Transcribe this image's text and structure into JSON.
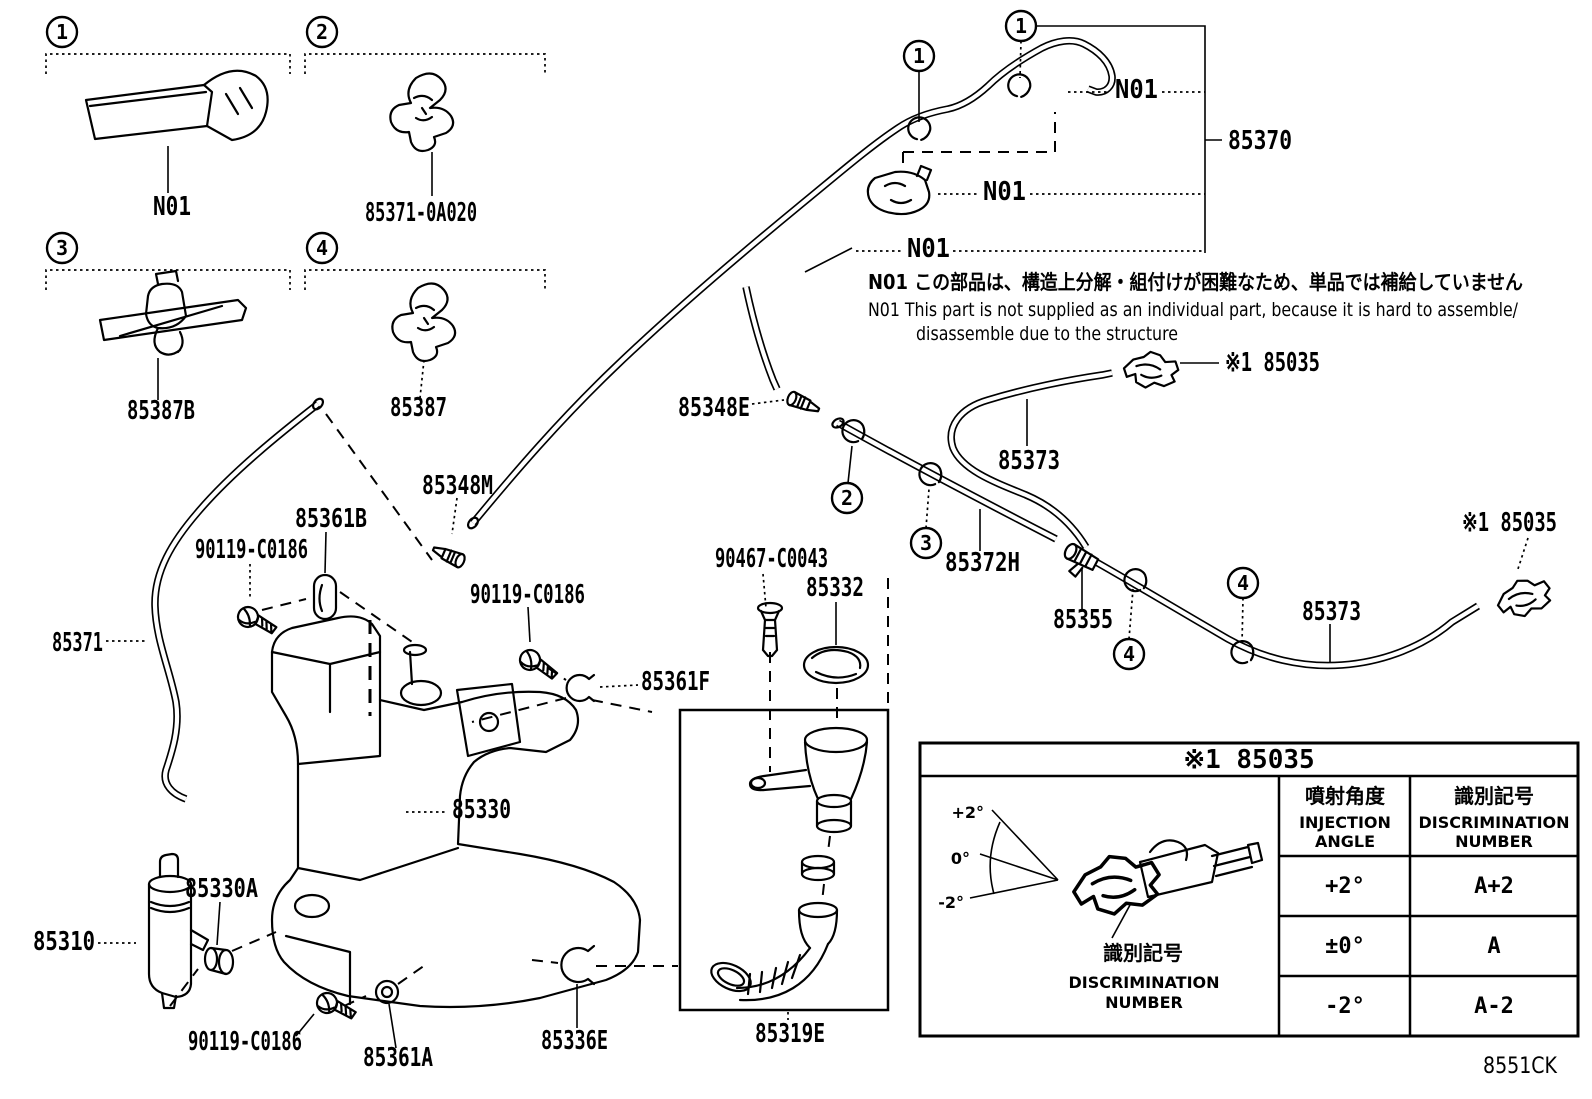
{
  "doc": {
    "type": "parts-diagram",
    "system": "windshield-washer",
    "drawing_code": "8551CK"
  },
  "sections": [
    {
      "num": "1",
      "part": "N01"
    },
    {
      "num": "2",
      "part": "85371-0A020"
    },
    {
      "num": "3",
      "part": "85387B"
    },
    {
      "num": "4",
      "part": "85387"
    }
  ],
  "labels": {
    "n01": "N01",
    "p85370": "85370",
    "p85348e": "85348E",
    "p85035": "※1 85035",
    "p85373": "85373",
    "p85372h": "85372H",
    "p85355": "85355",
    "p85348m": "85348M",
    "p85361b": "85361B",
    "p90119": "90119-C0186",
    "p85371": "85371",
    "p90467": "90467-C0043",
    "p85332": "85332",
    "p85361f": "85361F",
    "p85330": "85330",
    "p85330a": "85330A",
    "p85310": "85310",
    "p85361a": "85361A",
    "p85336e": "85336E",
    "p85319e": "85319E"
  },
  "note": {
    "jp": "N01 この部品は、構造上分解・組付けが困難なため、単品では補給していません",
    "en1": "N01 This part is not supplied as an individual part, because it is hard to assemble/",
    "en2": "disassemble due to the structure"
  },
  "table": {
    "title": "※1 85035",
    "angle_jp": "噴射角度",
    "angle_en1": "INJECTION",
    "angle_en2": "ANGLE",
    "disc_jp": "識別記号",
    "disc_en1": "DISCRIMINATION",
    "disc_en2": "NUMBER",
    "rows": [
      {
        "angle": "+2°",
        "num": "A+2"
      },
      {
        "angle": "±0°",
        "num": "A"
      },
      {
        "angle": "-2°",
        "num": "A-2"
      }
    ],
    "figure": {
      "a1": "+2°",
      "a2": "0°",
      "a3": "-2°",
      "jp": "識別記号",
      "en1": "DISCRIMINATION",
      "en2": "NUMBER"
    }
  }
}
